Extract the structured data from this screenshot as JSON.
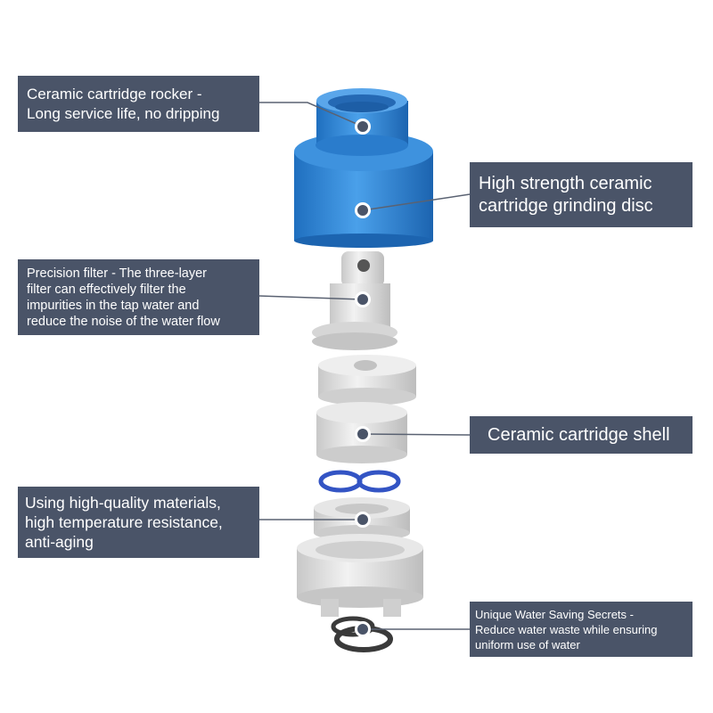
{
  "callouts": [
    {
      "id": "rocker",
      "text": "Ceramic cartridge rocker -\nLong service life, no dripping"
    },
    {
      "id": "grinding-disc",
      "text": "High strength ceramic\ncartridge grinding disc"
    },
    {
      "id": "precision-filter",
      "text": "Precision filter - The three-layer\nfilter can effectively filter the\nimpurities in the tap water and\nreduce the noise of the water flow"
    },
    {
      "id": "shell",
      "text": "Ceramic cartridge shell"
    },
    {
      "id": "materials",
      "text": "Using high-quality materials,\nhigh temperature resistance,\nanti-aging"
    },
    {
      "id": "water-saving",
      "text": "Unique Water Saving Secrets -\nReduce water waste while ensuring\nuniform use of water"
    }
  ],
  "colors": {
    "callout_background": "#4a5468",
    "callout_text": "#ffffff",
    "leader_line": "#5a6272",
    "marker_fill": "#4a5468",
    "blue_housing": "#2f84d2",
    "blue_housing_light": "#5aa6ea",
    "blue_seal": "#3354c4",
    "white_plastic": "#e4e4e4",
    "dark_gasket": "#3a3a3a"
  },
  "icons": [
    "marker-dot-icon"
  ]
}
